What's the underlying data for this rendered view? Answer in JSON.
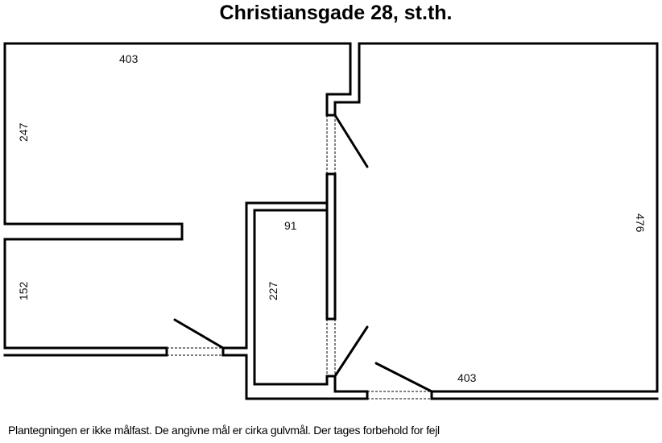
{
  "title": "Christiansgade 28, st.th.",
  "footer_note": "Plantegningen er ikke målfast. De angivne mål er cirka gulvmål. Der tages forbehold for fejl",
  "dimensions": {
    "room_top_left_width": "403",
    "room_top_left_height": "247",
    "room_bottom_left_height": "152",
    "room_middle_width": "91",
    "room_middle_height": "227",
    "room_right_width": "403",
    "room_right_height": "476"
  },
  "colors": {
    "wall": "#000000",
    "background": "#ffffff"
  }
}
